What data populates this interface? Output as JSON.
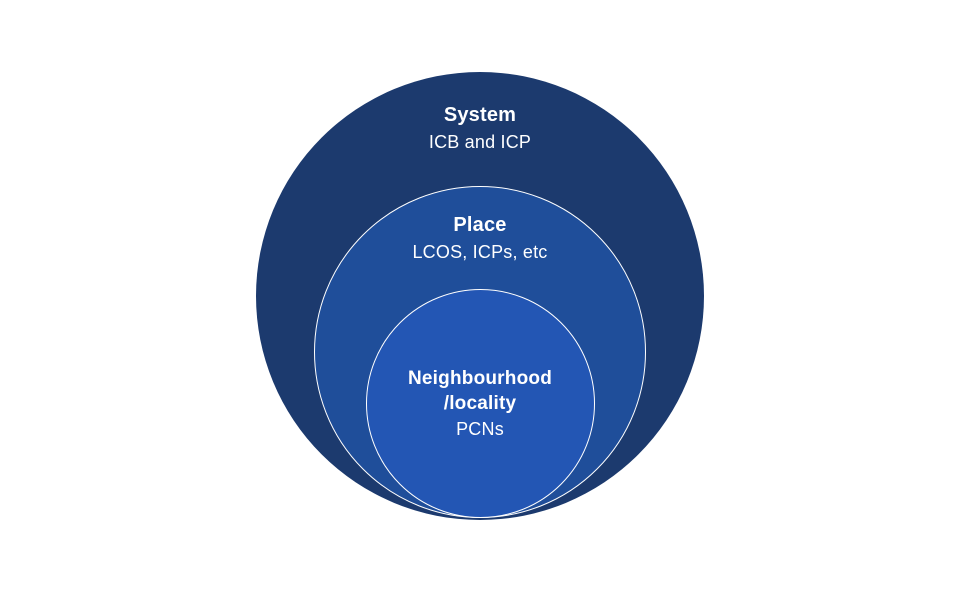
{
  "diagram": {
    "type": "nested-circles",
    "background_color": "#ffffff",
    "stroke_color": "#ffffff",
    "text_color": "#ffffff",
    "levels": [
      {
        "id": "system",
        "label": "System",
        "sublabel": "ICB and ICP",
        "color": "#1c3a6e"
      },
      {
        "id": "place",
        "label": "Place",
        "sublabel": "LCOS, ICPs, etc",
        "color": "#1f4e9a"
      },
      {
        "id": "neighbourhood",
        "label_line1": "Neighbourhood",
        "label_line2": "/locality",
        "sublabel": "PCNs",
        "color": "#2356b4"
      }
    ]
  }
}
